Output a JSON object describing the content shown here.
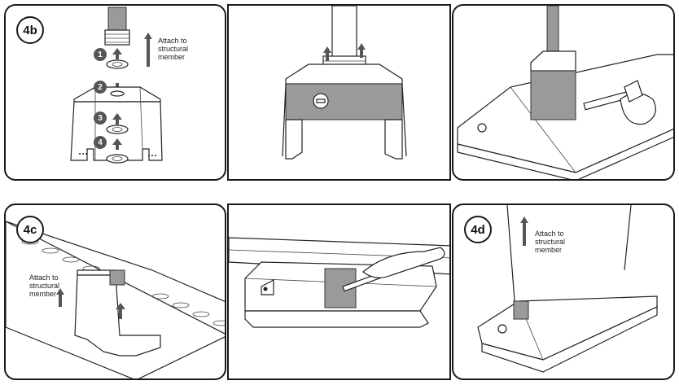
{
  "panels": [
    {
      "step": "4b",
      "caption": "Attach to\nstructural\nmember",
      "callouts": [
        "1",
        "2",
        "3",
        "4"
      ]
    },
    {
      "step": ""
    },
    {
      "step": ""
    },
    {
      "step": "4c",
      "caption": "Attach to\nstructural\nmember"
    },
    {
      "step": ""
    },
    {
      "step": "4d",
      "caption": "Attach to\nstructural\nmember"
    }
  ]
}
